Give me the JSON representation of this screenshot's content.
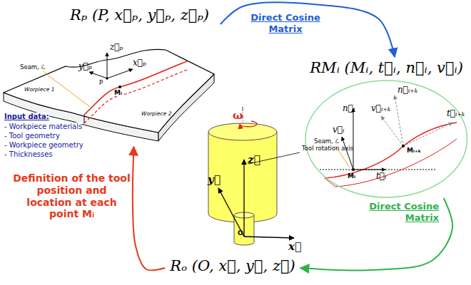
{
  "diagram": {
    "nodes": [
      {
        "text": [
          "Rₚ (P, x⃗ₚ, y⃗ₚ, z⃗ₚ)"
        ]
      },
      {
        "text": [
          "RMᵢ (Mᵢ, t⃗ᵢ, n⃗ᵢ, v⃗ᵢ)"
        ]
      },
      {
        "text": [
          "Rₒ (O, x⃗, y⃗, z⃗)"
        ]
      }
    ],
    "edges": [
      {
        "from": 0,
        "to": 1,
        "arrow": "to",
        "label": "Direct Cosine Matrix"
      },
      {
        "from": 1,
        "to": 2,
        "arrow": "to",
        "label": "Direct Cosine Matrix"
      },
      {
        "from": 2,
        "to": 0,
        "arrow": "to",
        "label": "Definition of the tool position and location at each point Mᵢ"
      }
    ],
    "labels": [
      "Seam, ℒ",
      "z⃗ₚ",
      "x⃗ₚ",
      "y⃗ₚ",
      "P",
      "Mᵢ",
      "Worpiece 1",
      "Worpiece 2",
      "Input data:",
      "- Workpiece materials",
      "- Tool geometry",
      "- Workpiece geometry",
      "- Thicknesses",
      "n⃗ᵢ",
      "n⃗ᵢ₊ₖ",
      "v⃗ᵢ₊ₖ",
      "v⃗ᵢ",
      "Seam, ℒ",
      "t⃗ᵢ₊ₖ",
      "Mᵢ₊ₖ",
      "Mᵢ",
      "t⃗ᵢ",
      "ω",
      "z⃗",
      "y⃗",
      "x⃗",
      "O",
      "Tool rotation axis"
    ]
  }
}
